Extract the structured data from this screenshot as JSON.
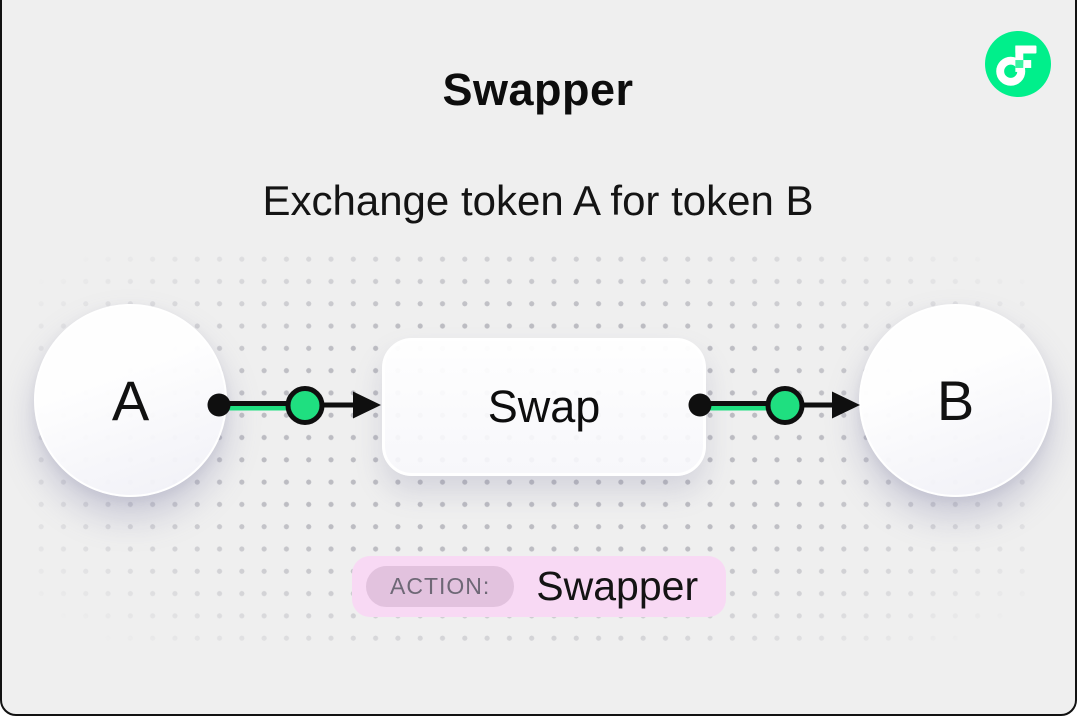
{
  "header": {
    "title": "Swapper",
    "subtitle": "Exchange token A for token B"
  },
  "logo": {
    "icon": "flow-logo-icon",
    "brand_green": "#00EF8B",
    "accent_green": "#3CF3A3"
  },
  "diagram": {
    "input_node_label": "A",
    "process_node_label": "Swap",
    "output_node_label": "B",
    "node_dot_color": "#1FDF80",
    "connector_color": "#0f0f0f"
  },
  "badge": {
    "label": "ACTION:",
    "value": "Swapper",
    "bg_color": "#F8D9F4",
    "label_bg_color": "#E2C2DE"
  },
  "colors": {
    "card_background": "#EFEFEF",
    "frame_border": "#121212",
    "dot_grid": "#BCBCC2"
  }
}
